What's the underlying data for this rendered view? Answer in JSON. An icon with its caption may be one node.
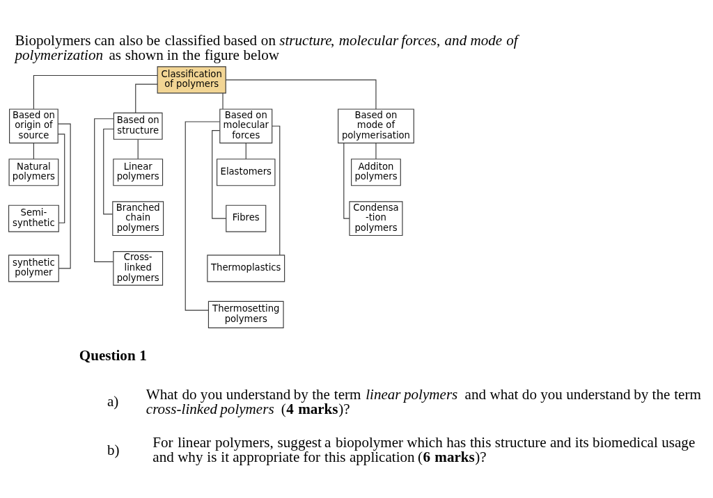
{
  "diagram": {
    "title": "Biopolymers can also be classified based on *structure*, *molecular forces*, *and mode of polymerization* as shown in the figure below",
    "nodes": [
      {
        "text": [
          "Classification of polymers"
        ]
      },
      {
        "text": [
          "Based on origin of source"
        ]
      },
      {
        "text": [
          "Based on structure"
        ]
      },
      {
        "text": [
          "Based on molecular forces"
        ]
      },
      {
        "text": [
          "Based on mode of polymerisation"
        ]
      },
      {
        "text": [
          "Natural polymers"
        ]
      },
      {
        "text": [
          "Semi- synthetic"
        ]
      },
      {
        "text": [
          "synthetic polymer"
        ]
      },
      {
        "text": [
          "Linear polymers"
        ]
      },
      {
        "text": [
          "Branched chain polymers"
        ]
      },
      {
        "text": [
          "Cross- linked polymers"
        ]
      },
      {
        "text": [
          "Elastomers"
        ]
      },
      {
        "text": [
          "Fibres"
        ]
      },
      {
        "text": [
          "Thermoplastics"
        ]
      },
      {
        "text": [
          "Thermosetting polymers"
        ]
      },
      {
        "text": [
          "Additon polymers"
        ]
      },
      {
        "text": [
          "Condensa -tion polymers"
        ]
      }
    ],
    "edges": [
      {
        "from": 0,
        "to": 1,
        "arrow": "none"
      },
      {
        "from": 0,
        "to": 2,
        "arrow": "none"
      },
      {
        "from": 0,
        "to": 3,
        "arrow": "none"
      },
      {
        "from": 0,
        "to": 4,
        "arrow": "none"
      },
      {
        "from": 1,
        "to": 5,
        "arrow": "none"
      },
      {
        "from": 1,
        "to": 6,
        "arrow": "none"
      },
      {
        "from": 1,
        "to": 7,
        "arrow": "none"
      },
      {
        "from": 2,
        "to": 8,
        "arrow": "none"
      },
      {
        "from": 2,
        "to": 9,
        "arrow": "none"
      },
      {
        "from": 2,
        "to": 10,
        "arrow": "none"
      },
      {
        "from": 3,
        "to": 11,
        "arrow": "none"
      },
      {
        "from": 3,
        "to": 12,
        "arrow": "none"
      },
      {
        "from": 3,
        "to": 13,
        "arrow": "none"
      },
      {
        "from": 3,
        "to": 14,
        "arrow": "none"
      },
      {
        "from": 4,
        "to": 15,
        "arrow": "none"
      },
      {
        "from": 4,
        "to": 16,
        "arrow": "none"
      }
    ],
    "labels": [
      "Question 1",
      "a)",
      "What do you understand by the term *linear polymers* and what do you understand by the term *cross-linked polymers* (**4 marks**)?",
      "b)",
      "For linear polymers, suggest a biopolymer which has this structure and its biomedical usage and why is it appropriate for this application (**6 marks**)?"
    ]
  }
}
